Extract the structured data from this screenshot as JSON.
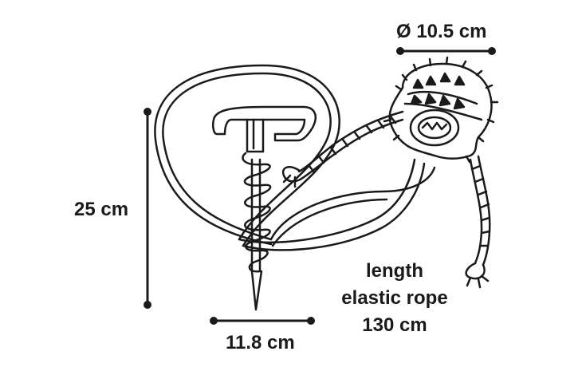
{
  "dimensions": {
    "diameter": "Ø 10.5 cm",
    "height": "25 cm",
    "width": "11.8 cm",
    "rope_length": [
      "length",
      "elastic rope",
      "130 cm"
    ]
  },
  "colors": {
    "ink": "#1a1a1a",
    "background": "#ffffff"
  }
}
